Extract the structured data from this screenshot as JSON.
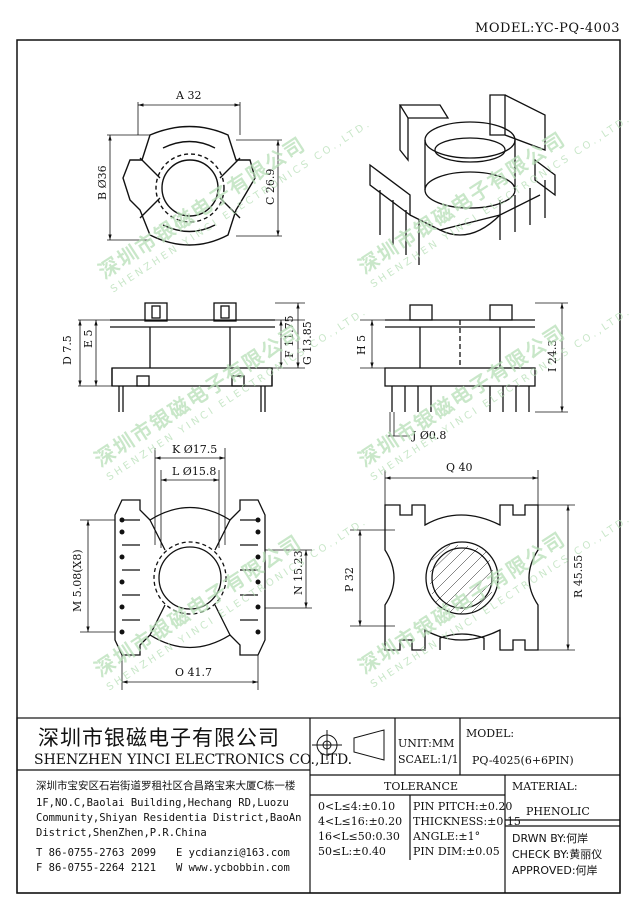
{
  "header": {
    "model": "MODEL:YC-PQ-4003"
  },
  "dims": {
    "A": "A 32",
    "B": "B Ø36",
    "C": "C 26.9",
    "D": "D 7.5",
    "E": "E 5",
    "F": "F 11.75",
    "G": "G 13.85",
    "H": "H 5",
    "I": "I 24.3",
    "J": "J Ø0.8",
    "K": "K Ø17.5",
    "L": "L Ø15.8",
    "M": "M 5.08(X8)",
    "N": "N 15.23",
    "O": "O 41.7",
    "P": "P 32",
    "Q": "Q 40",
    "R": "R 45.55"
  },
  "watermark": {
    "cn": "深圳市银磁电子有限公司",
    "en": "SHENZHEN YINCI ELECTRONICS CO.,LTD."
  },
  "titleblock": {
    "company_cn": "深圳市银磁电子有限公司",
    "company_en": "SHENZHEN YINCI ELECTRONICS CO.,LTD.",
    "address_cn": "深圳市宝安区石岩街道罗租社区合昌路宝来大厦C栋一楼",
    "address_en": [
      "1F,NO.C,Baolai Building,Hechang RD,Luozu",
      "Community,Shiyan Residentia District,BaoAn",
      "District,ShenZhen,P.R.China"
    ],
    "tel": "T 86-0755-2763 2099",
    "fax": "F 86-0755-2264 2121",
    "email": "E ycdianzi@163.com",
    "web": "W www.ycbobbin.com",
    "unit": "UNIT:MM",
    "scale": "SCAEL:1/1",
    "model_label": "MODEL:",
    "model_value": "PQ-4025(6+6PIN)",
    "tolerance_label": "TOLERANCE",
    "tol_left": [
      "0<L≤4:±0.10",
      "4<L≤16:±0.20",
      "16<L≤50:0.30",
      "50≤L:±0.40"
    ],
    "tol_right": [
      "PIN PITCH:±0.20",
      "THICKNESS:±0.15",
      "ANGLE:±1°",
      "PIN DIM:±0.05"
    ],
    "material_label": "MATERIAL:",
    "material_value": "PHENOLIC",
    "drawn_by": "DRWN BY:何岸",
    "check_by": "CHECK BY:黄丽仪",
    "approved": "APPROVED:何岸"
  }
}
